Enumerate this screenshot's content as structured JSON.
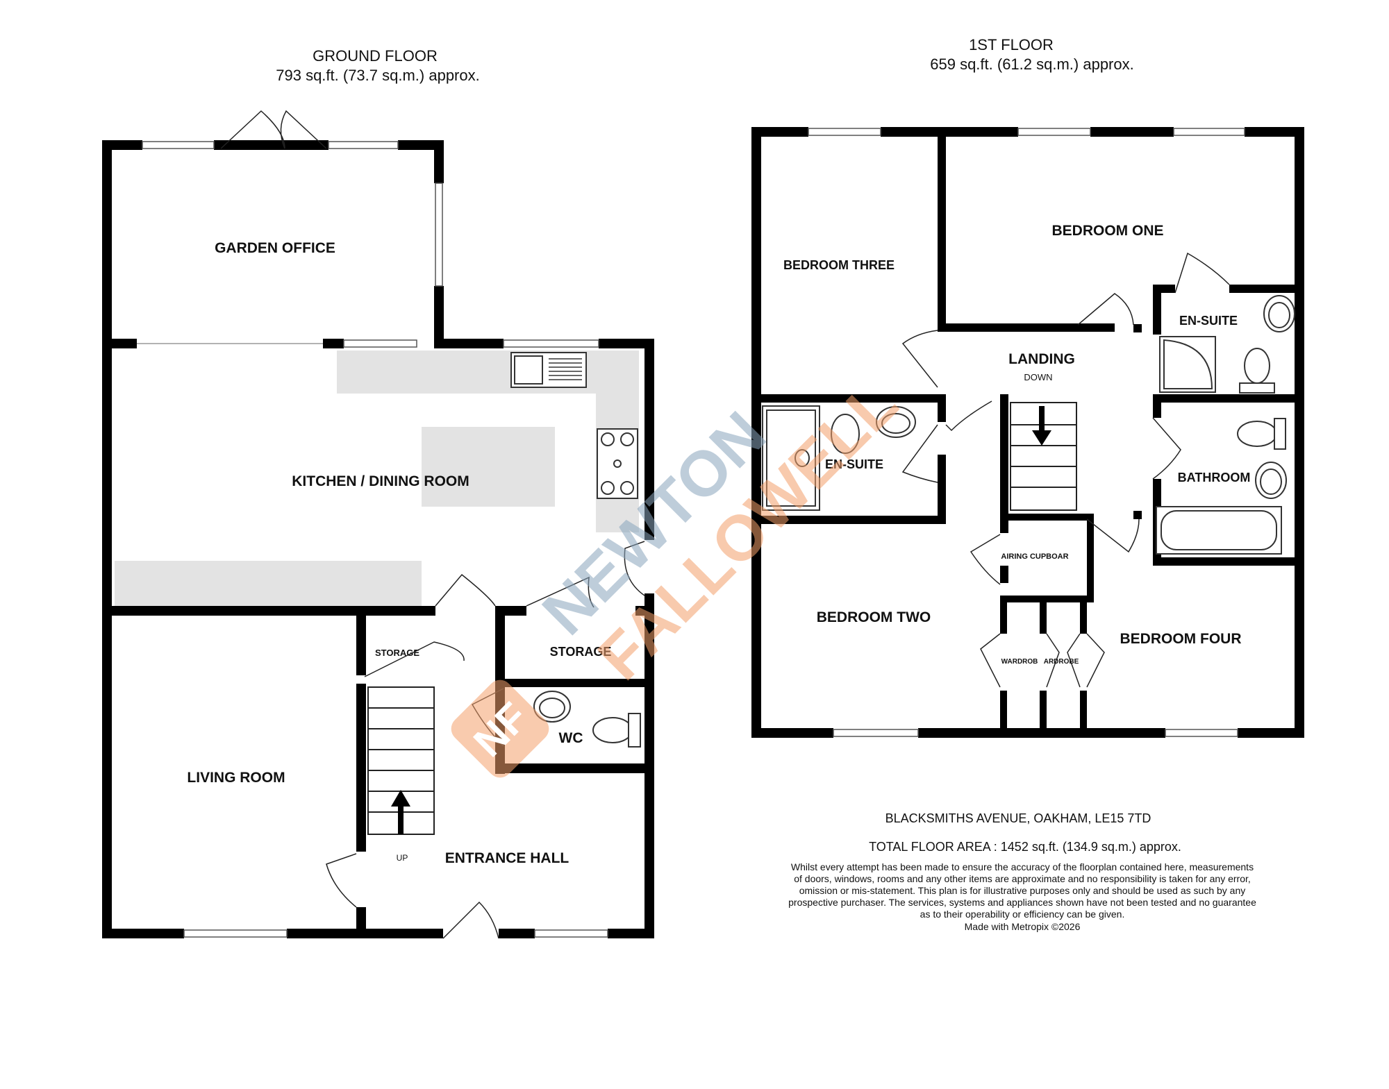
{
  "ground_floor": {
    "title": "GROUND FLOOR",
    "area": "793 sq.ft. (73.7 sq.m.) approx.",
    "rooms": {
      "garden_office": "GARDEN OFFICE",
      "kitchen": "KITCHEN / DINING ROOM",
      "storage_small": "STORAGE",
      "storage": "STORAGE",
      "wc": "WC",
      "living_room": "LIVING ROOM",
      "entrance_hall": "ENTRANCE HALL",
      "up": "UP"
    }
  },
  "first_floor": {
    "title": "1ST FLOOR",
    "area": "659 sq.ft. (61.2 sq.m.) approx.",
    "rooms": {
      "bedroom_three": "BEDROOM THREE",
      "bedroom_one": "BEDROOM ONE",
      "en_suite_right": "EN-SUITE",
      "landing": "LANDING",
      "down": "DOWN",
      "en_suite_left": "EN-SUITE",
      "bathroom": "BATHROOM",
      "airing_cupboard": "AIRING CUPBOAR",
      "bedroom_two": "BEDROOM TWO",
      "bedroom_four": "BEDROOM FOUR",
      "wardrobe_left": "WARDROB",
      "wardrobe_right": "ARDROBE"
    }
  },
  "footer": {
    "address": "BLACKSMITHS AVENUE, OAKHAM, LE15 7TD",
    "total_area": "TOTAL FLOOR AREA : 1452 sq.ft. (134.9 sq.m.) approx.",
    "disclaimer": [
      "Whilst every attempt has been made to ensure the accuracy of the floorplan contained here, measurements",
      "of doors, windows, rooms and any other items are approximate and no responsibility is taken for any error,",
      "omission or mis-statement. This plan is for illustrative purposes only and should be used as such by any",
      "prospective purchaser. The services, systems and appliances shown have not been tested and no guarantee",
      "as to their operability or efficiency can be given."
    ],
    "credit": "Made with Metropix ©2026"
  },
  "watermark": {
    "line1": "NEWTON",
    "line2": "FALLOWELL",
    "monogram": "NF",
    "colors": {
      "blue": "#8aa6bd",
      "orange": "#f4a06b"
    }
  }
}
